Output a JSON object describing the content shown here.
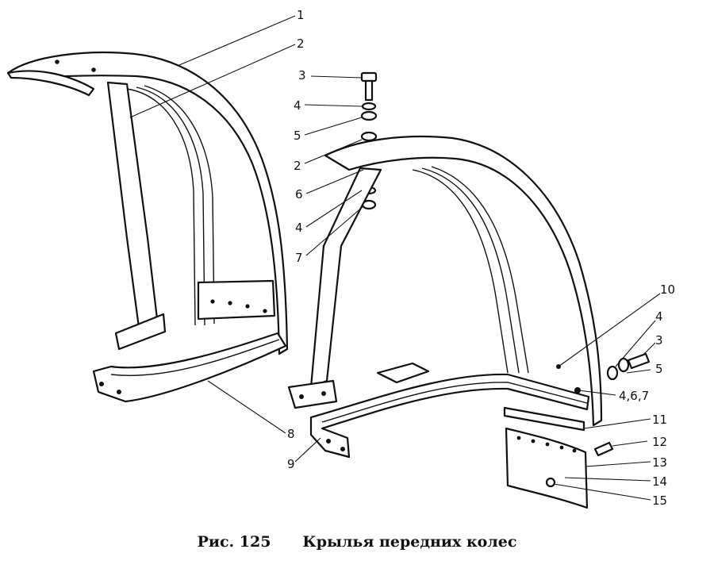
{
  "figure": {
    "number": "Рис. 125",
    "title": "Крылья передних колес"
  },
  "callouts": [
    {
      "id": "c1",
      "text": "1"
    },
    {
      "id": "c2a",
      "text": "2"
    },
    {
      "id": "c3a",
      "text": "3"
    },
    {
      "id": "c4a",
      "text": "4"
    },
    {
      "id": "c5a",
      "text": "5"
    },
    {
      "id": "c2b",
      "text": "2"
    },
    {
      "id": "c6",
      "text": "6"
    },
    {
      "id": "c4b",
      "text": "4"
    },
    {
      "id": "c7",
      "text": "7"
    },
    {
      "id": "c10",
      "text": "10"
    },
    {
      "id": "c4c",
      "text": "4"
    },
    {
      "id": "c3b",
      "text": "3"
    },
    {
      "id": "c5b",
      "text": "5"
    },
    {
      "id": "c467",
      "text": "4,6,7"
    },
    {
      "id": "c8",
      "text": "8"
    },
    {
      "id": "c11",
      "text": "11"
    },
    {
      "id": "c12",
      "text": "12"
    },
    {
      "id": "c9",
      "text": "9"
    },
    {
      "id": "c13",
      "text": "13"
    },
    {
      "id": "c14",
      "text": "14"
    },
    {
      "id": "c15",
      "text": "15"
    }
  ]
}
